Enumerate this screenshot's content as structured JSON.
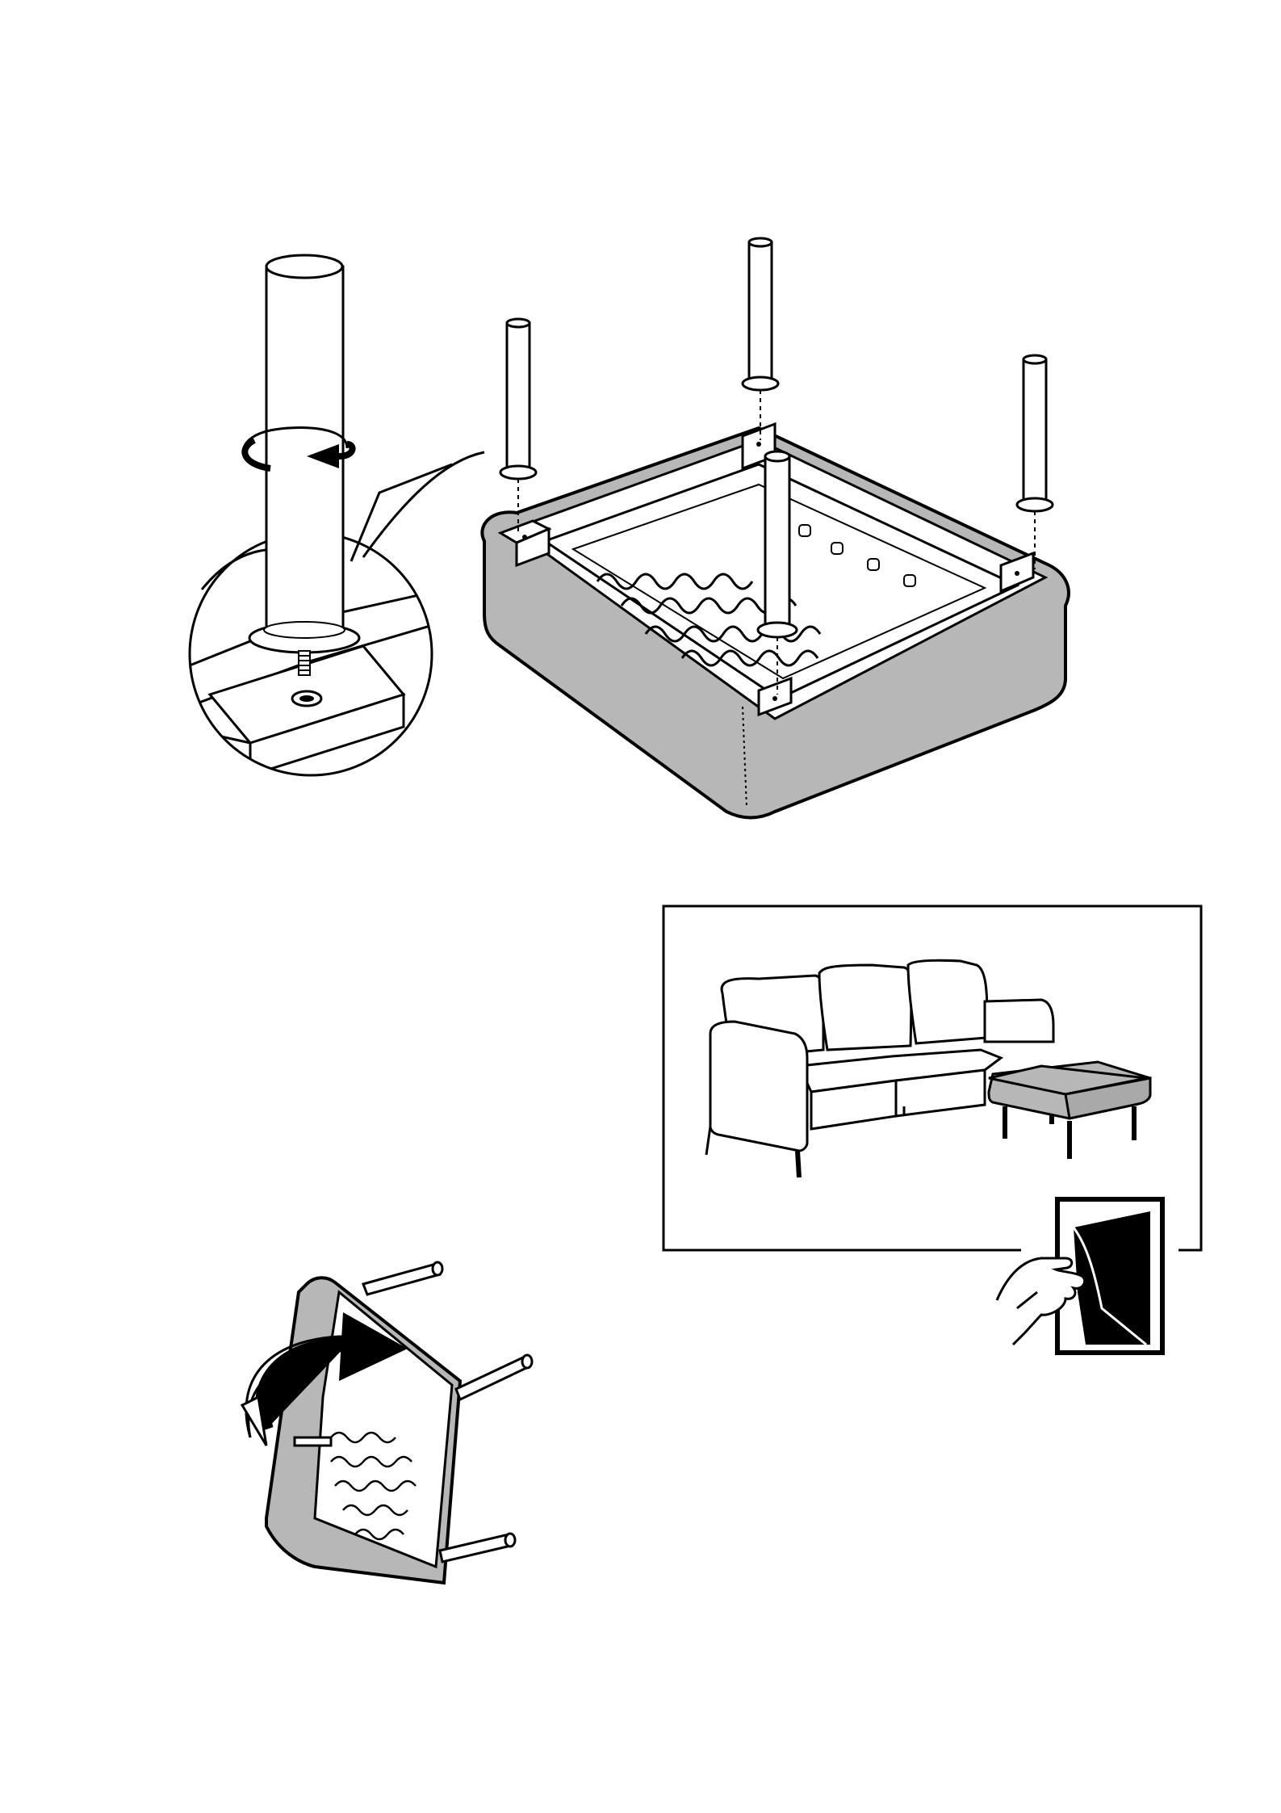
{
  "page": {
    "background": "#ffffff",
    "ink_color": "#000000",
    "upholstery_color": "#b7b7b7"
  },
  "illustrations": {
    "leg_closeup": {
      "icon": "leg-screw-detail",
      "rotation_arrow": "counterclockwise-arrow-icon"
    },
    "ottoman_assembly": {
      "legs_count": 4
    },
    "finished_sofa_box": {
      "icon": "sofa-with-ottoman"
    },
    "page_turn": {
      "icon": "turn-page-icon"
    },
    "flip_ottoman": {
      "icon": "flip-arrow-icon"
    }
  }
}
